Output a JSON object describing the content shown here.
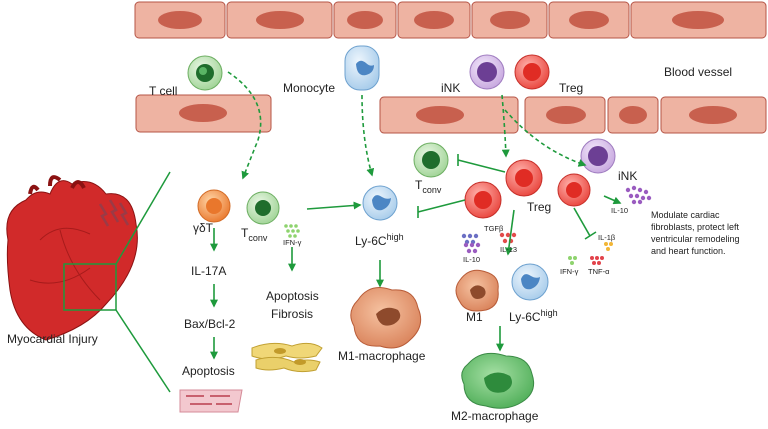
{
  "labels": {
    "t_cell": "T cell",
    "monocyte": "Monocyte",
    "ink_top": "iNK",
    "treg_top": "Treg",
    "blood_vessel": "Blood vessel",
    "myocardial_injury": "Myocardial Injury",
    "gamma_delta_t": "γδT",
    "t_conv_left_main": "T",
    "t_conv_left_sub": "conv",
    "ifn_gamma_left": "IFN-γ",
    "il17a": "IL-17A",
    "bax_bcl2": "Bax/Bcl-2",
    "apoptosis_left": "Apoptosis",
    "apoptosis_mid": "Apoptosis",
    "fibrosis": "Fibrosis",
    "ly6c_mid_main": "Ly-6C",
    "ly6c_mid_sup": "high",
    "m1_macrophage": "M1-macrophage",
    "t_conv_right_main": "T",
    "t_conv_right_sub": "conv",
    "treg_right": "Treg",
    "tgf_beta": "TGFβ",
    "il10_left": "IL-10",
    "il13": "IL-13",
    "il1_beta": "IL-1β",
    "ifn_gamma_right": "IFN-γ",
    "tnf_alpha": "TNF-α",
    "ink_right": "iNK",
    "il10_right": "IL-10",
    "note_line1": "Modulate cardiac",
    "note_line2": "fibroblasts, protect left",
    "note_line3": "ventricular remodeling",
    "note_line4": "and heart function.",
    "m1": "M1",
    "ly6c_right_main": "Ly-6C",
    "ly6c_right_sup": "high",
    "m2_macrophage": "M2-macrophage"
  },
  "colors": {
    "arrow_green": "#1e9a3c",
    "vessel_fill": "#eeb3a2",
    "vessel_stroke": "#b55446",
    "nucleus": "#c8604e",
    "heart": "#d12a2a"
  }
}
